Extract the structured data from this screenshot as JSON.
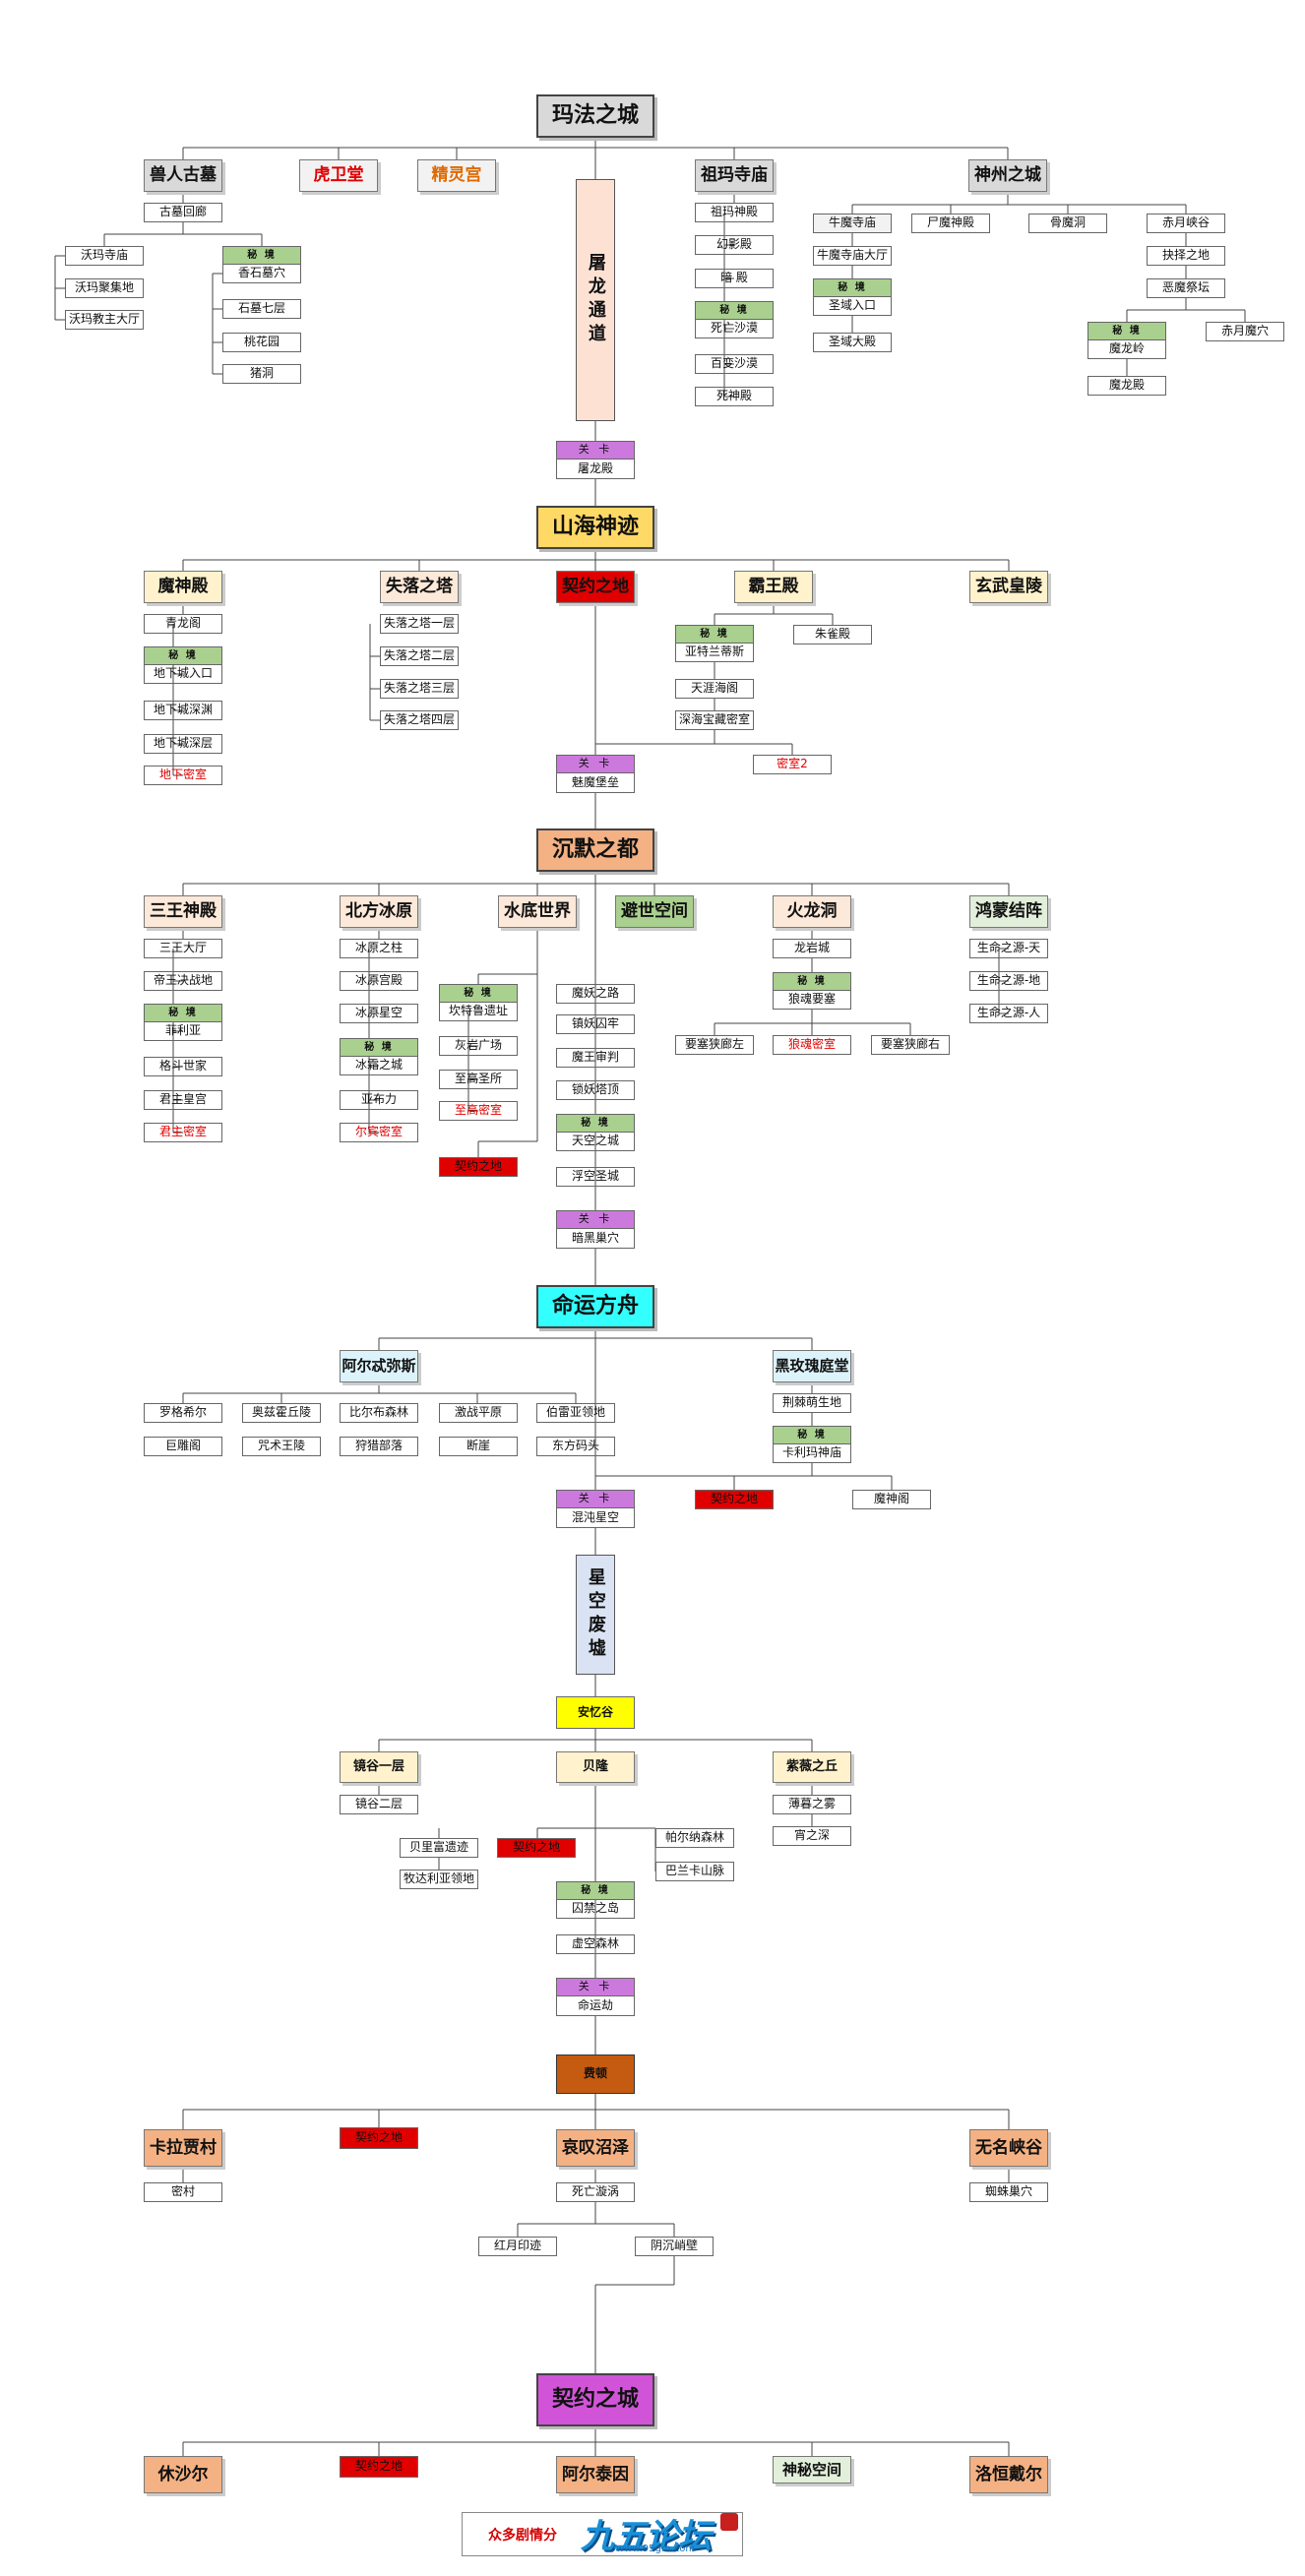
{
  "colors": {
    "grey": "#d9d9d9",
    "peach": "#fde2d4",
    "orange": "#f4b183",
    "green": "#a9d08e",
    "purple": "#cc79dd",
    "yellow": "#ffd966",
    "light_yellow": "#fff2cc",
    "cyan": "#33ffff",
    "light_cyan": "#ddf3fb",
    "lavender": "#dae3f3",
    "bright_yellow": "#ffff00",
    "brown": "#c55a11",
    "magenta": "#d154d8",
    "red": "#e00000",
    "white": "#ffffff"
  },
  "zones": {
    "mafa": {
      "title": "玛法之城",
      "tulong_channel": "屠龙通道",
      "branches": {
        "shouren": "兽人古墓",
        "huwei": "虎卫堂",
        "jingling": "精灵宫",
        "zuma": "祖玛寺庙",
        "shenzhou": "神州之城"
      },
      "shouren_items": {
        "gumu": "古墓回廊",
        "woma": "沃玛寺庙",
        "woma_jiudi": "沃玛聚集地",
        "woma_jiaozhu": "沃玛教主大厅",
        "mijing": "秘 境",
        "xiangshi": "香石墓穴",
        "shimu": "石墓七层",
        "taohua": "桃花园",
        "zhu": "猪洞"
      },
      "zuma_items": {
        "zuma_shen": "祖玛神殿",
        "huanying": "幻影殿",
        "anhei": "暗 殿",
        "mijing": "秘 境",
        "siwang": "死亡沙漠",
        "baibian": "百变沙漠",
        "sishen": "死神殿"
      },
      "shenzhou_items": {
        "niumo": "牛魔寺庙",
        "shimo": "尸魔神殿",
        "gumo": "骨魔洞",
        "chiyue": "赤月峡谷",
        "niumo_hall": "牛魔寺庙大厅",
        "mijing1": "秘 境",
        "shengyu_in": "圣域入口",
        "shengyu_big": "圣域大殿",
        "jueze": "抉择之地",
        "emo": "恶魔祭坛",
        "mijing2": "秘 境",
        "molong_ling": "魔龙岭",
        "molong_dian": "魔龙殿",
        "chiyue_mo": "赤月魔穴"
      },
      "gate": "关 卡",
      "gate_place": "屠龙殿"
    },
    "shanhai": {
      "title": "山海神迹",
      "branches": {
        "moshen": "魔神殿",
        "shiluo": "失落之塔",
        "qiyue": "契约之地",
        "bawang": "霸王殿",
        "xuanwu": "玄武皇陵"
      },
      "moshen_items": {
        "qinglong": "青龙阁",
        "mijing": "秘 境",
        "dixia_in": "地下城入口",
        "dixia_shen": "地下城深渊",
        "dixia_deep": "地下城深层",
        "dixia_mi": "地下密室"
      },
      "shiluo_items": {
        "f1": "失落之塔一层",
        "f2": "失落之塔二层",
        "f3": "失落之塔三层",
        "f4": "失落之塔四层"
      },
      "bawang_items": {
        "mijing": "秘 境",
        "yate": "亚特兰蒂斯",
        "zhuque": "朱雀殿",
        "tianya": "天涯海阁",
        "shenhai": "深海宝藏密室",
        "mishi2": "密室2"
      },
      "gate": "关 卡",
      "gate_place": "魅魔堡垒"
    },
    "chenmo": {
      "title": "沉默之都",
      "branches": {
        "sanwang": "三王神殿",
        "beifang": "北方冰原",
        "shuidi": "水底世界",
        "bishi": "避世空间",
        "huolong": "火龙洞",
        "hongmeng": "鸿蒙结阵"
      },
      "sanwang_items": {
        "dating": "三王大厅",
        "dijun": "帝王决战地",
        "mijing": "秘 境",
        "feiliya": "菲利亚",
        "gedou": "格斗世家",
        "junzhu": "君主皇宫",
        "junzhu_mi": "君主密室"
      },
      "beifang_items": {
        "zhu": "冰原之柱",
        "gong": "冰原宫殿",
        "xing": "冰原星空",
        "mijing": "秘 境",
        "bingshuang": "冰霜之城",
        "yabu": "亚布力",
        "erbin": "尔宾密室"
      },
      "shuidi_items": {
        "mijing": "秘 境",
        "kante": "坎特鲁遗址",
        "huiyan": "灰岩广场",
        "zhigao": "至高圣所",
        "zhigao_mi": "至高密室",
        "qiyue": "契约之地"
      },
      "shuidi_right": {
        "xieyao": "魔妖之路",
        "zhenyao": "镇妖囚牢",
        "mowang": "魔王审判",
        "xiaoyao": "锁妖塔顶",
        "mijing": "秘 境",
        "tiankong": "天空之城",
        "fukong": "浮空圣城"
      },
      "huolong_items": {
        "longyan": "龙岩城",
        "mijing": "秘 境",
        "langhun": "狼魂要塞",
        "left": "要塞狭廊左",
        "langhun_mi": "狼魂密室",
        "right": "要塞狭廊右"
      },
      "hongmeng_items": {
        "tian": "生命之源-天",
        "di": "生命之源-地",
        "ren": "生命之源-人"
      },
      "gate": "关 卡",
      "gate_place": "暗黑巢穴"
    },
    "mingyun": {
      "title": "命运方舟",
      "branches": {
        "aershi": "阿尔忒弥斯",
        "heimei": "黑玫瑰庭堂"
      },
      "aershi_items": {
        "luoge": "罗格希尔",
        "ao": "奥兹霍丘陵",
        "bier": "比尔布森林",
        "jizhan": "激战平原",
        "bolei": "伯雷亚领地",
        "judiao": "巨雕阁",
        "zhoushu": "咒术王陵",
        "shouyou": "狩猎部落",
        "duanya": "断崖",
        "dongfang": "东方码头"
      },
      "heimei_items": {
        "jingji": "荆棘萌生地",
        "mijing": "秘 境",
        "kali": "卡利玛神庙",
        "qiyue": "契约之地",
        "moshen": "魔神阁"
      },
      "gate": "关 卡",
      "gate_place": "混沌星空"
    },
    "xingkong": {
      "title": "星空废墟",
      "anyi": "安忆谷",
      "branches": {
        "jinggu": "镜谷一层",
        "beilong": "贝隆",
        "ziwei": "紫薇之丘"
      },
      "jinggu_items": {
        "f2": "镜谷二层"
      },
      "beilong_items": {
        "beili": "贝里富遗迹",
        "qiyue": "契约之地",
        "mudasi": "牧达利亚领地",
        "paer": "帕尔纳森林",
        "balan": "巴兰卡山脉",
        "mijing": "秘 境",
        "qiujin": "囚禁之岛",
        "xukong": "虚空森林"
      },
      "ziwei_items": {
        "bomu": "薄暮之雾",
        "xiao": "宵之深"
      },
      "gate": "关 卡",
      "gate_place": "命运劫"
    },
    "feidun": {
      "title": "费顿",
      "branches": {
        "kala": "卡拉贾村",
        "qiyue": "契约之地",
        "aitan": "哀叹沼泽",
        "wuming": "无名峡谷"
      },
      "kala_items": {
        "mi": "密村"
      },
      "aitan_items": {
        "siwang": "死亡漩涡",
        "hongyue": "红月印迹",
        "yinchen": "阴沉峭壁"
      },
      "wuming_items": {
        "zhizhu": "蜘蛛巢穴"
      }
    },
    "qiyue_city": {
      "title": "契约之城",
      "branches": {
        "xiushaer": "休沙尔",
        "qiyue": "契约之地",
        "aertai": "阿尔泰因",
        "shenmi": "神秘空间",
        "luoheng": "洛恒戴尔"
      }
    }
  },
  "logo": {
    "text": "众多剧情分",
    "brand": "九五论坛",
    "url": "www.95gm.com"
  }
}
